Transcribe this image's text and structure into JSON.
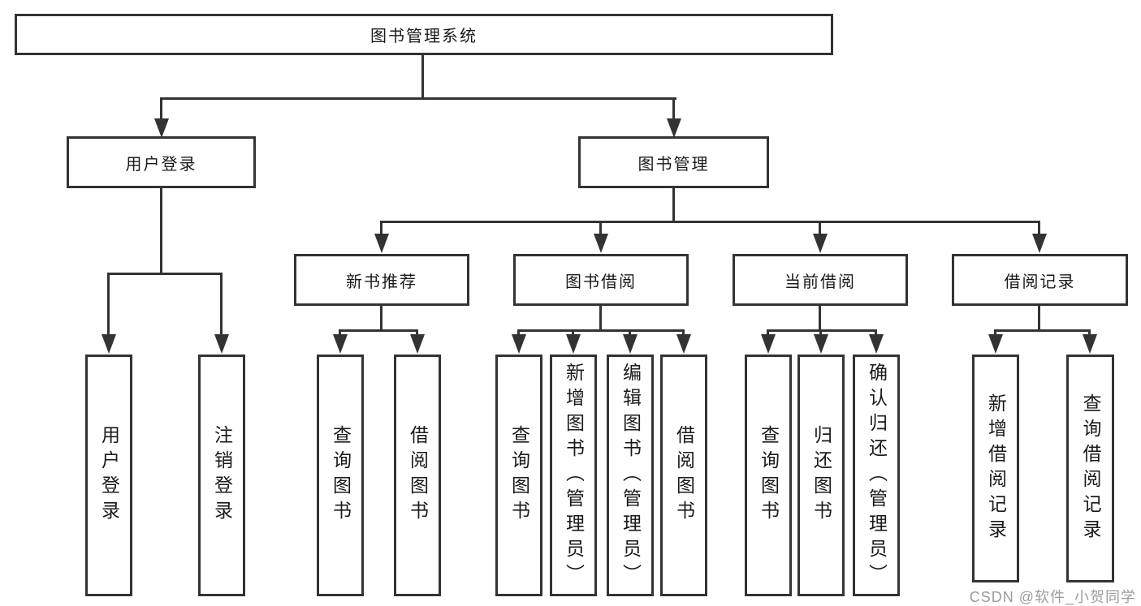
{
  "tree": {
    "label": "图书管理系统",
    "children": [
      {
        "label": "用户登录",
        "children": [
          {
            "label": "用户登录"
          },
          {
            "label": "注销登录"
          }
        ]
      },
      {
        "label": "图书管理",
        "children": [
          {
            "label": "新书推荐",
            "children": [
              {
                "label": "查询图书"
              },
              {
                "label": "借阅图书"
              }
            ]
          },
          {
            "label": "图书借阅",
            "children": [
              {
                "label": "查询图书"
              },
              {
                "label": "新增图书（管理员）"
              },
              {
                "label": "编辑图书（管理员）"
              },
              {
                "label": "借阅图书"
              }
            ]
          },
          {
            "label": "当前借阅",
            "children": [
              {
                "label": "查询图书"
              },
              {
                "label": "归还图书"
              },
              {
                "label": "确认归还（管理员）"
              }
            ]
          },
          {
            "label": "借阅记录",
            "children": [
              {
                "label": "新增借阅记录"
              },
              {
                "label": "查询借阅记录"
              }
            ]
          }
        ]
      }
    ]
  },
  "watermark": {
    "text": "CSDN @软件_小贺同学",
    "color": "#9c9c9c"
  },
  "colors": {
    "line": "#333333",
    "box_border": "#333333",
    "box_fill": "#ffffff",
    "text": "#1a1a1a",
    "background": "#ffffff"
  }
}
